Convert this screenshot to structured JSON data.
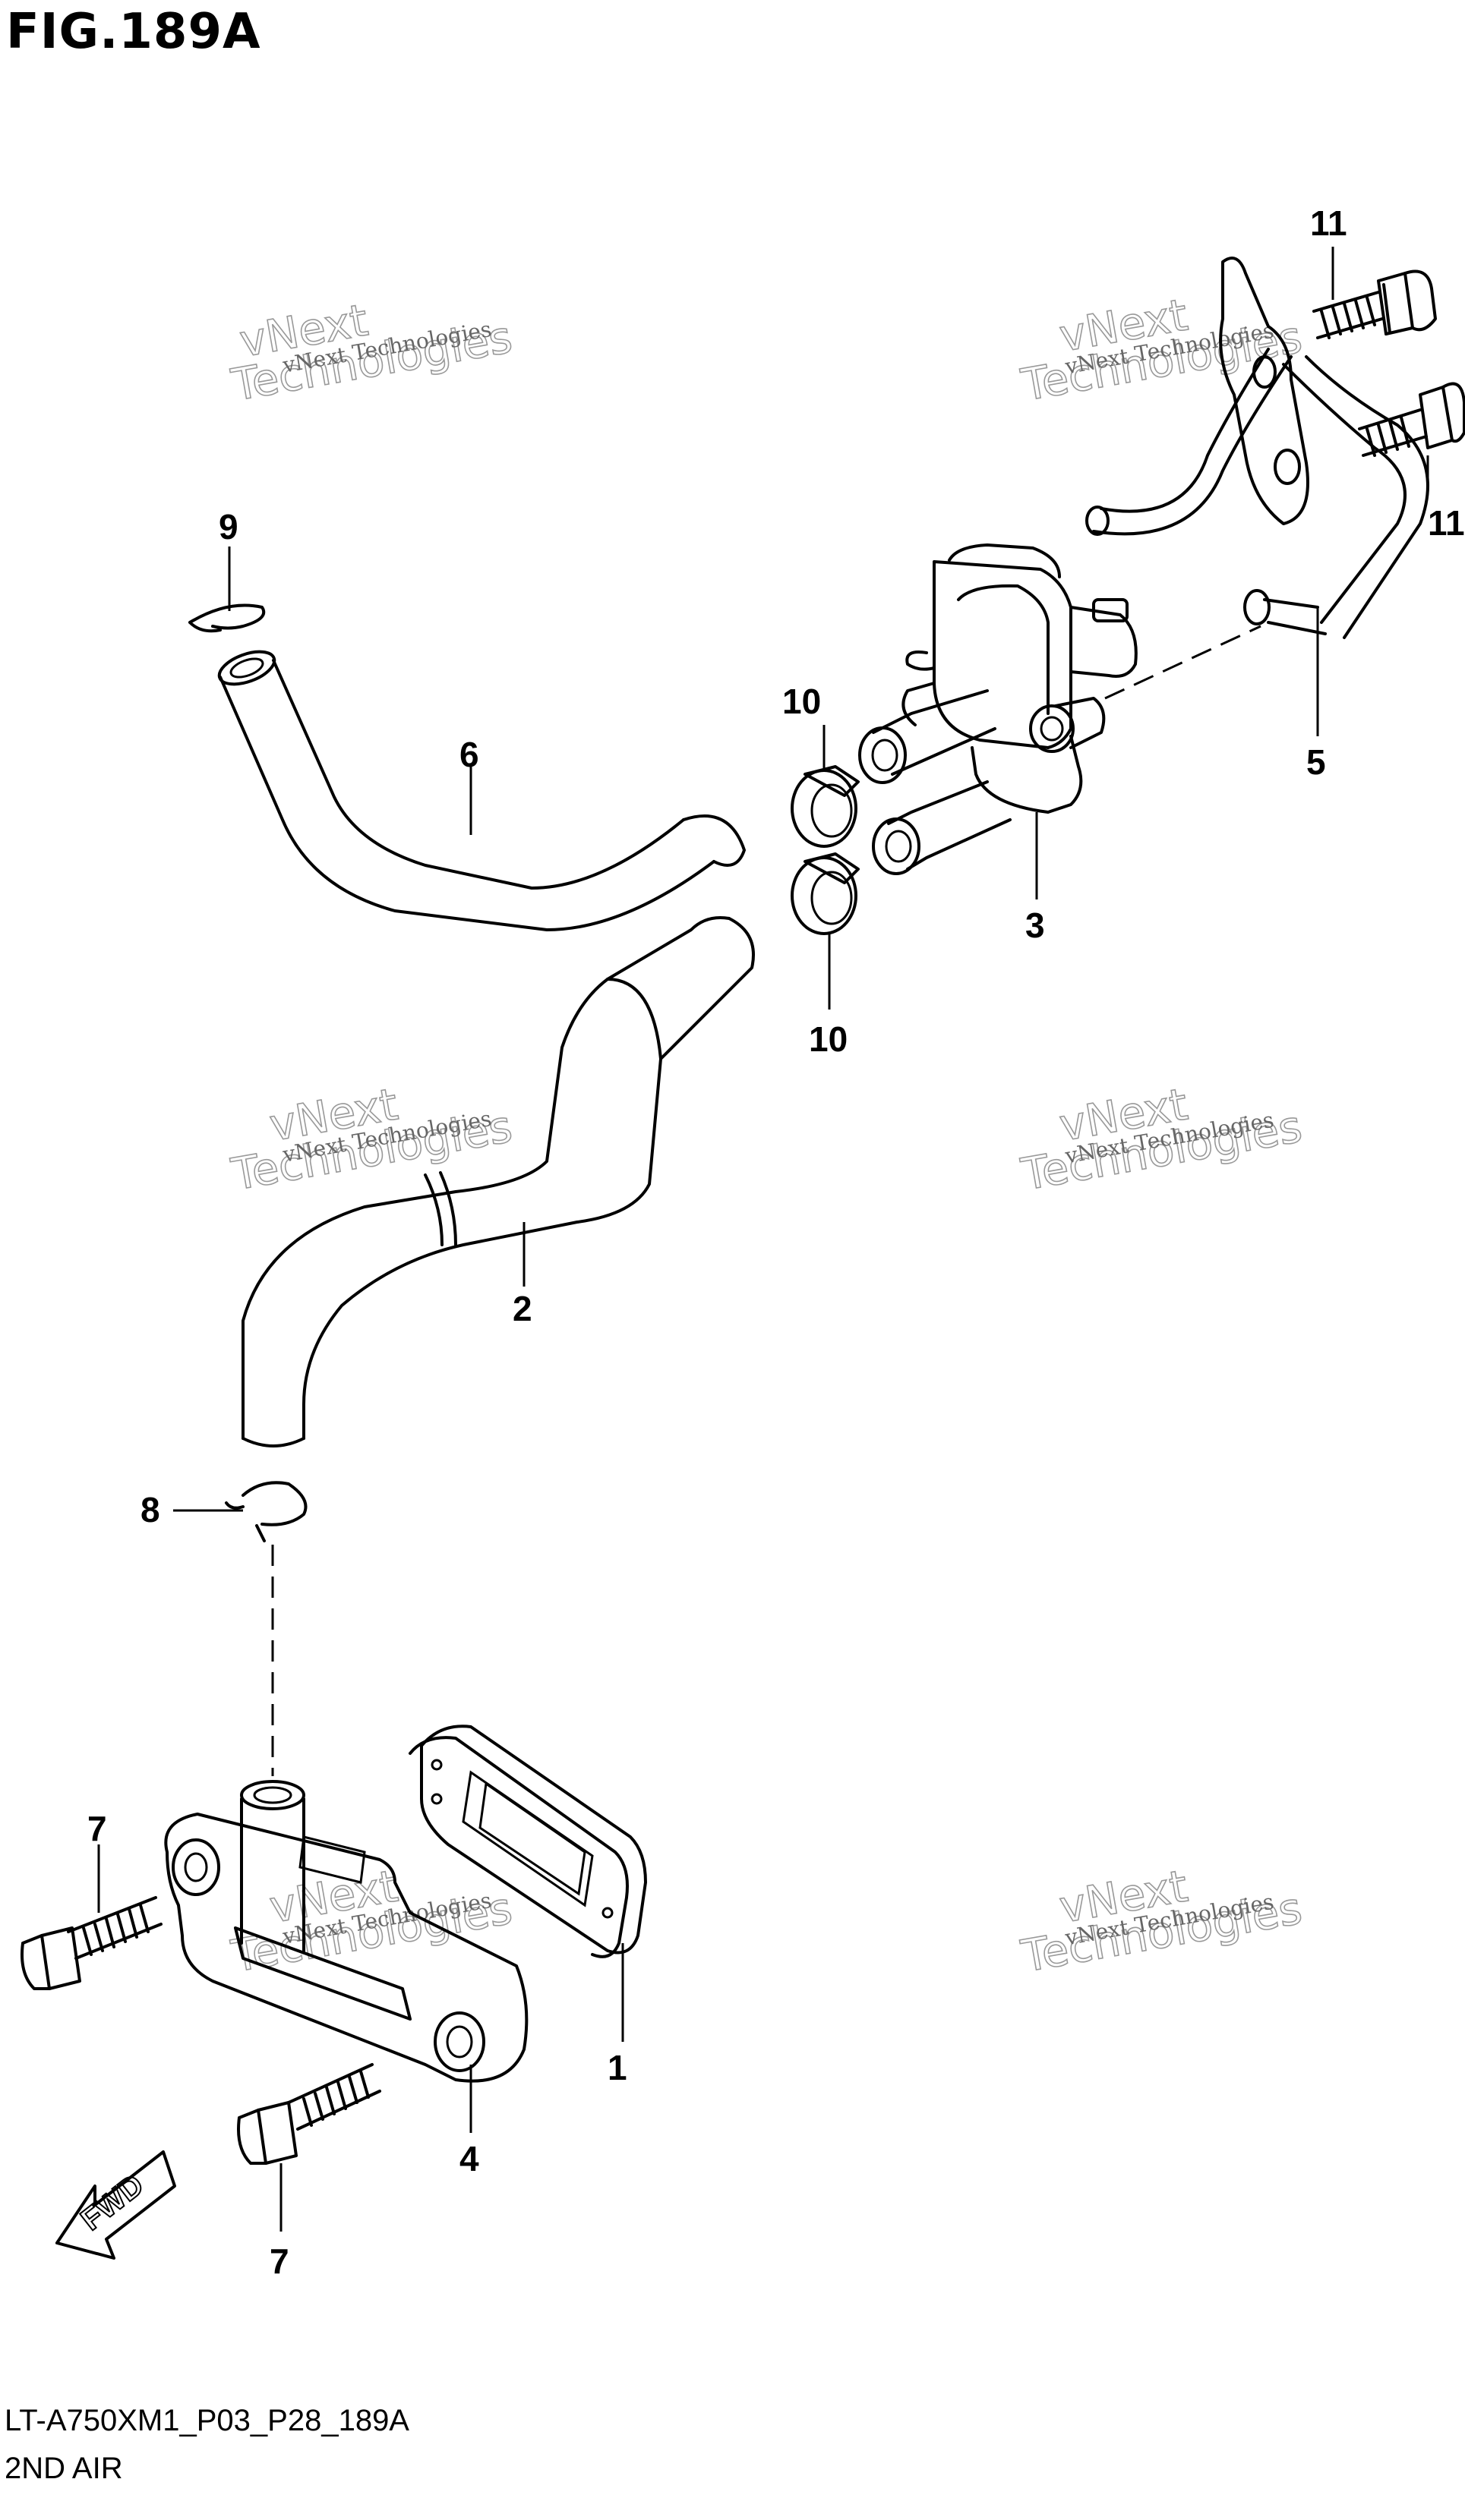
{
  "figure": {
    "title": "FIG.189A",
    "code": "LT-A750XM1_P03_P28_189A",
    "name": "2ND AIR"
  },
  "direction_indicator": {
    "label": "FWD",
    "icon": "forward-arrow-icon"
  },
  "callouts": [
    {
      "id": "1",
      "label": "1"
    },
    {
      "id": "2",
      "label": "2"
    },
    {
      "id": "3",
      "label": "3"
    },
    {
      "id": "4",
      "label": "4"
    },
    {
      "id": "5",
      "label": "5"
    },
    {
      "id": "6",
      "label": "6"
    },
    {
      "id": "7a",
      "label": "7"
    },
    {
      "id": "7b",
      "label": "7"
    },
    {
      "id": "8",
      "label": "8"
    },
    {
      "id": "9",
      "label": "9"
    },
    {
      "id": "10a",
      "label": "10"
    },
    {
      "id": "10b",
      "label": "10"
    },
    {
      "id": "11a",
      "label": "11"
    },
    {
      "id": "11b",
      "label": "11"
    }
  ],
  "watermark": {
    "line1": "vNext Technologies",
    "line2": "vNext",
    "line3": "Technologies"
  }
}
